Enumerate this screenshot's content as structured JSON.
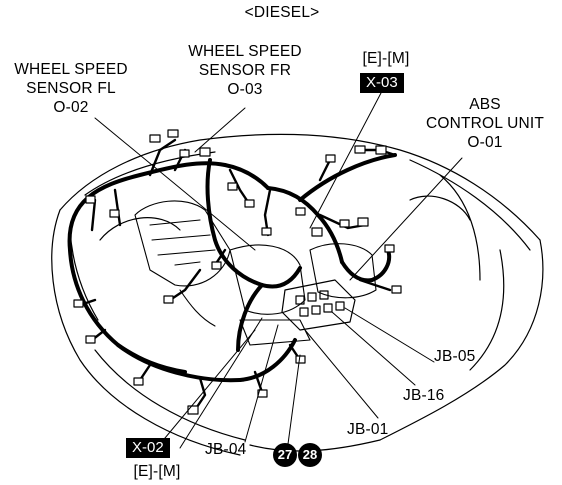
{
  "title": "<DIESEL>",
  "labels": {
    "wheel_speed_sensor_fl": [
      "WHEEL SPEED",
      "SENSOR FL",
      "O-02"
    ],
    "wheel_speed_sensor_fr": [
      "WHEEL SPEED",
      "SENSOR FR",
      "O-03"
    ],
    "abs_control_unit": [
      "ABS",
      "CONTROL UNIT",
      "O-01"
    ],
    "connector_top_code": "[E]-[M]",
    "jb_05": "JB-05",
    "jb_16": "JB-16",
    "jb_01": "JB-01",
    "jb_04": "JB-04",
    "connector_bottom_code": "[E]-[M]"
  },
  "tags": {
    "x_03": "X-03",
    "x_02": "X-02"
  },
  "circles": [
    "27",
    "28"
  ],
  "colors": {
    "ink": "#000000",
    "paper": "#ffffff"
  }
}
